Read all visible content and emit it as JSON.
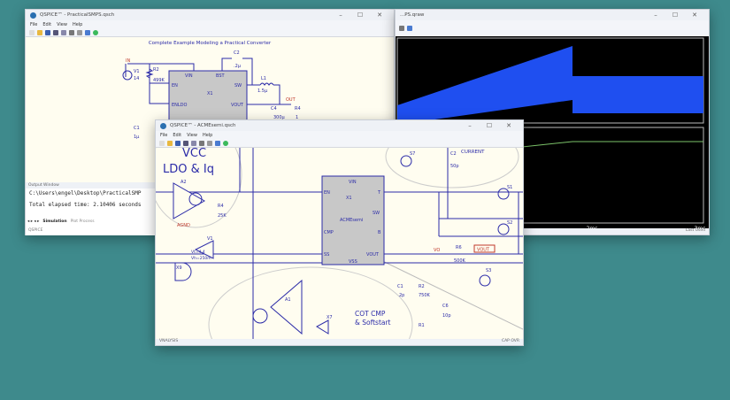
{
  "colors": {
    "desktop": "#3e8a8c",
    "schematic_bg": "#fffdf0",
    "wire": "#2b2ba8",
    "waveform_blue": "#1f4ff0",
    "waveform_green": "#7cc36a",
    "label_red": "#c0392b"
  },
  "win1": {
    "title": "QSPICE™ - PracticalSMPS.qsch",
    "menu": [
      "File",
      "Edit",
      "View",
      "Help"
    ],
    "schematic": {
      "title": "Complete Example Modeling a Practical Converter",
      "ic": "X1",
      "pins": [
        "VIN",
        "BST",
        "EN",
        "SW",
        "ENLDO",
        "VOUT"
      ],
      "labels": {
        "in": "IN",
        "v1": "V1",
        "v1_val": "14",
        "r2": "R2",
        "r2_val": "499K",
        "c2": "C2",
        "c2_val": ".2µ",
        "l1": "L1",
        "l1_val": "1.5µ",
        "out": "OUT",
        "c4": "C4",
        "c4_val": "300µ",
        "r4": "R4",
        "r4_val": "1",
        "c1": "C1",
        "c1_val": "1µ"
      }
    },
    "output": {
      "header": "Output Window",
      "lines": [
        "C:\\Users\\engel\\Desktop\\PracticalSMP",
        "Total elapsed time: 2.10406 seconds"
      ],
      "tabs": [
        "Simulation",
        "Plot Process"
      ],
      "status": "QSPICE"
    }
  },
  "win2": {
    "title": "...PS.qraw",
    "x_ticks": [
      "2ms",
      "3ms"
    ],
    "status": "Last Used"
  },
  "win3": {
    "title": "QSPICE™ - ACMEsemi.qsch",
    "menu": [
      "File",
      "Edit",
      "View",
      "Help"
    ],
    "status_left": "VNALYSIS",
    "status_right": "CAP OVR",
    "schematic": {
      "vcc": "VCC",
      "ldo": "LDO & Iq",
      "ic": "X1",
      "ic_name": "ACMEsemi",
      "pins": [
        "VIN",
        "EN",
        "T",
        "SW",
        "CMP",
        "B",
        "SS",
        "VOUT",
        "VSS"
      ],
      "labels": {
        "a2": "A2",
        "r4": "R4",
        "r4_val": "25K",
        "agnd": "AGND",
        "s7": "S7",
        "c2": "C2",
        "c2_val": "50p",
        "current": "CURRENT",
        "s1": "S1",
        "s2": "S2",
        "s3": "S3",
        "v1": "V1",
        "vt": "Vt=4.4",
        "vh": "Vh=250m",
        "x9": "X9",
        "vo": "VO",
        "r6": "R6",
        "r6_val": "500K",
        "vout": "VOUT",
        "c1": "C1",
        "c1_val": "2p",
        "r2": "R2",
        "r2_val": "750K",
        "c6": "C6",
        "c6_val": "10p",
        "r1": "R1",
        "a1": "A1",
        "x7": "X7",
        "cot": "COT CMP",
        "soft": "& Softstart"
      }
    }
  }
}
